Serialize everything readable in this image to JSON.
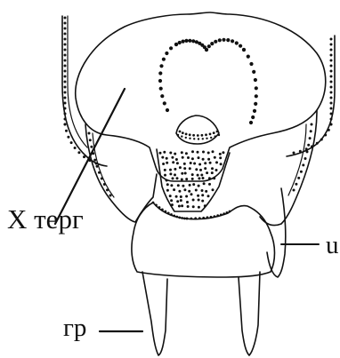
{
  "labels": {
    "x_tergite": "X терг",
    "gr": "гр",
    "u": "u"
  },
  "colors": {
    "ink": "#111111",
    "paper": "#ffffff"
  }
}
